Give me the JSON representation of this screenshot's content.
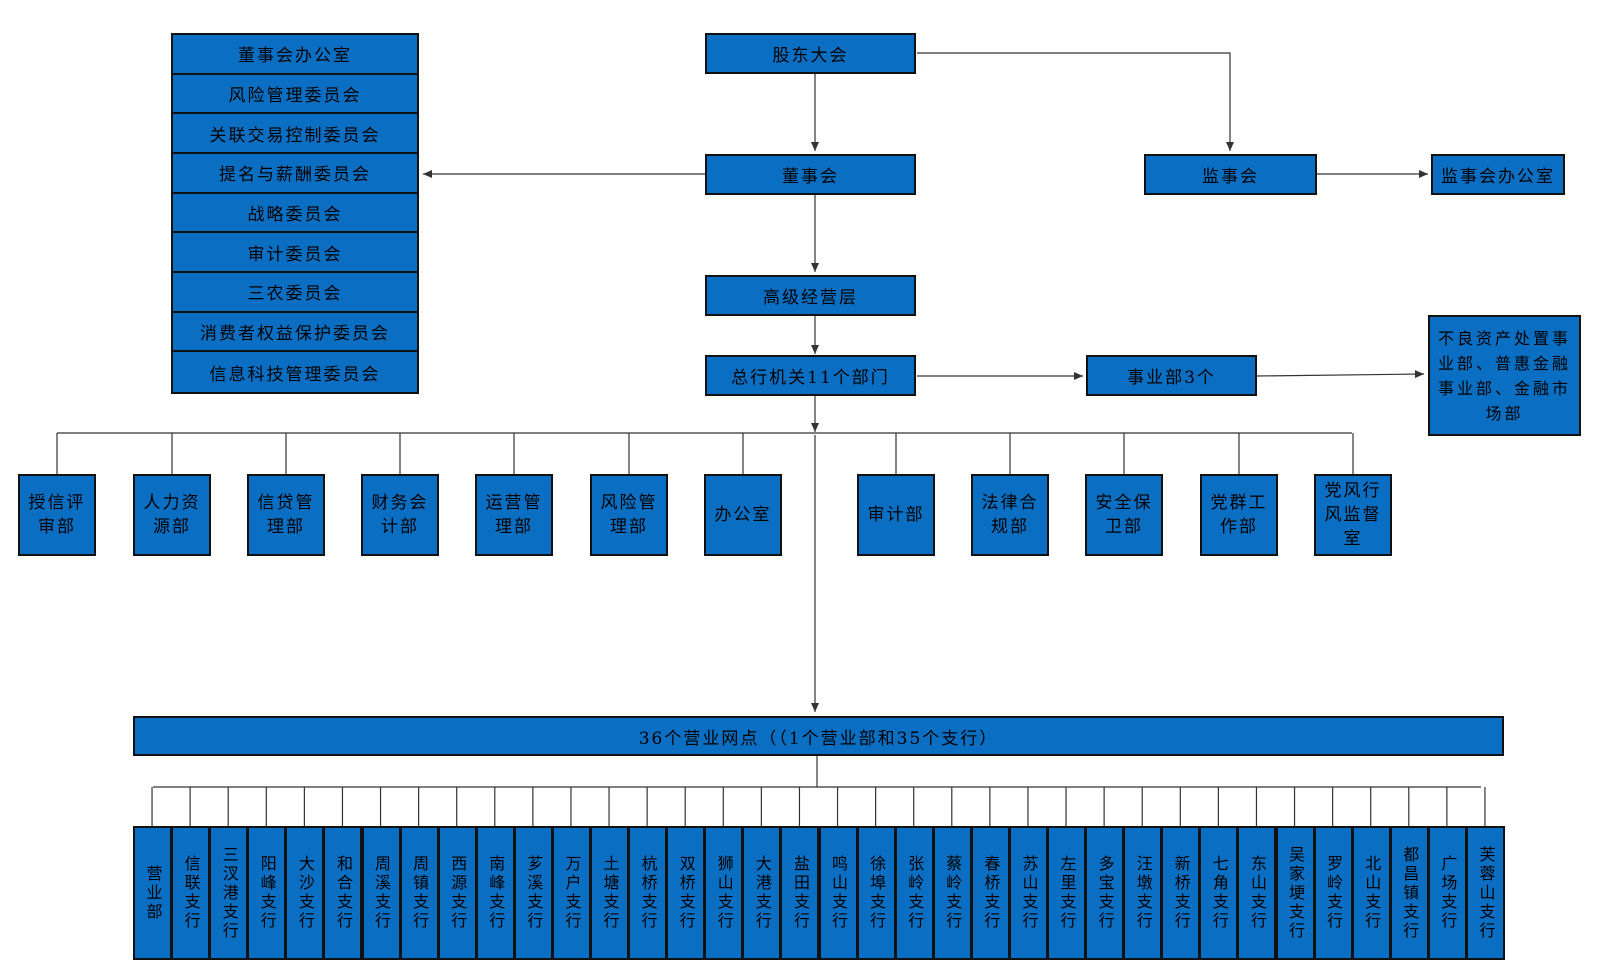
{
  "top": {
    "shareholders": "股东大会",
    "board": "董事会",
    "supervisory": "监事会",
    "supervisory_office": "监事会办公室",
    "senior_mgmt": "高级经营层",
    "head_office": "总行机关11个部门",
    "business_units": "事业部3个",
    "business_units_detail": "不良资产处置事业部、普惠金融事业部、金融市场部"
  },
  "committees": [
    "董事会办公室",
    "风险管理委员会",
    "关联交易控制委员会",
    "提名与薪酬委员会",
    "战略委员会",
    "审计委员会",
    "三农委员会",
    "消费者权益保护委员会",
    "信息科技管理委员会"
  ],
  "departments": [
    "授信评审部",
    "人力资源部",
    "信贷管理部",
    "财务会计部",
    "运营管理部",
    "风险管理部",
    "办公室",
    "审计部",
    "法律合规部",
    "安全保卫部",
    "党群工作部",
    "党风行风监督室"
  ],
  "outlets": "36个营业网点（（1个营业部和35个支行）",
  "branches": [
    "营业部",
    "信联支行",
    "三汊港支行",
    "阳峰支行",
    "大沙支行",
    "和合支行",
    "周溪支行",
    "周镇支行",
    "西源支行",
    "南峰支行",
    "芗溪支行",
    "万户支行",
    "土塘支行",
    "杭桥支行",
    "双桥支行",
    "狮山支行",
    "大港支行",
    "盐田支行",
    "鸣山支行",
    "徐埠支行",
    "张岭支行",
    "蔡岭支行",
    "春桥支行",
    "苏山支行",
    "左里支行",
    "多宝支行",
    "汪墩支行",
    "新桥支行",
    "七角支行",
    "东山支行",
    "吴家埂支行",
    "罗岭支行",
    "北山支行",
    "都昌镇支行",
    "广场支行",
    "芙蓉山支行"
  ],
  "colors": {
    "box_fill": "#0a6fc2",
    "border": "#111111",
    "line": "#333333"
  }
}
